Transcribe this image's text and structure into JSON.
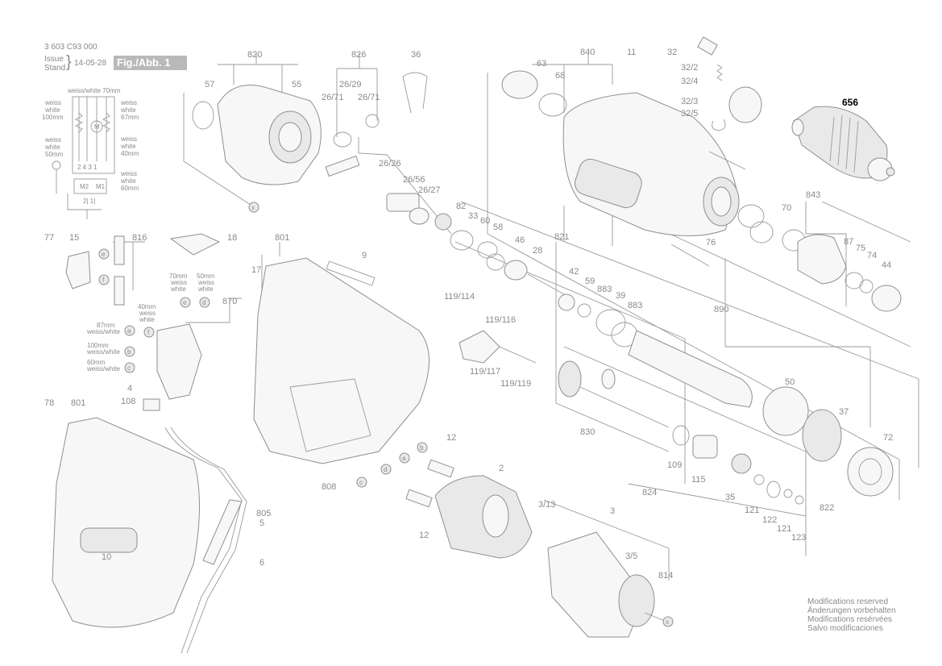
{
  "header": {
    "doc_number": "3 603 C93 000",
    "issue_label": "Issue",
    "stand_label": "Stand",
    "date": "14-05-28",
    "figure": "Fig./Abb. 1"
  },
  "notes": [
    "Modifications reserved",
    "Änderungen vorbehalten",
    "Modifications resérvées",
    "Salvo modificaciones"
  ],
  "highlight_color": "#000000",
  "line_color": "#9a9a9a",
  "wiring": {
    "top": "weiss/white 70mm",
    "left1": [
      "weiss",
      "white",
      "100mm"
    ],
    "left2": [
      "weiss",
      "white",
      "50mm"
    ],
    "right1": [
      "weiss",
      "white",
      "67mm"
    ],
    "right2": [
      "weiss",
      "white",
      "40mm"
    ],
    "right3": [
      "weiss",
      "white",
      "60mm"
    ],
    "terminals": "2 4 3 1",
    "motor": "M",
    "m2": "M2",
    "m1": "M1",
    "bottom": "2| 1|"
  },
  "switch_wiring": {
    "w70": [
      "70mm",
      "weiss",
      "white"
    ],
    "w50": [
      "50mm",
      "weiss",
      "white"
    ],
    "w40": [
      "40mm",
      "weiss",
      "white"
    ],
    "w87": [
      "87mm",
      "weiss/white"
    ],
    "w100": [
      "100mm",
      "weiss/white"
    ],
    "w60": [
      "60mm",
      "weiss/white"
    ]
  },
  "markers": [
    "a",
    "b",
    "c",
    "d",
    "e",
    "f",
    "x"
  ],
  "parts": [
    "820",
    "57",
    "55",
    "826",
    "26/29",
    "26/71",
    "26/71",
    "36",
    "26/26",
    "26/56",
    "26/27",
    "840",
    "63",
    "68",
    "11",
    "32",
    "32/2",
    "32/4",
    "32/3",
    "32/5",
    "656",
    "843",
    "70",
    "87",
    "75",
    "74",
    "44",
    "76",
    "82",
    "33",
    "60",
    "58",
    "46",
    "28",
    "821",
    "42",
    "59",
    "883",
    "39",
    "883",
    "890",
    "119/114",
    "119/116",
    "119/117",
    "119/119",
    "77",
    "15",
    "816",
    "18",
    "801",
    "9",
    "17",
    "870",
    "4",
    "108",
    "78",
    "801",
    "50",
    "37",
    "72",
    "830",
    "109",
    "115",
    "35",
    "121",
    "122",
    "121",
    "123",
    "824",
    "822",
    "12",
    "2",
    "12",
    "808",
    "805",
    "5",
    "6",
    "10",
    "3/13",
    "3",
    "3/5",
    "814"
  ]
}
